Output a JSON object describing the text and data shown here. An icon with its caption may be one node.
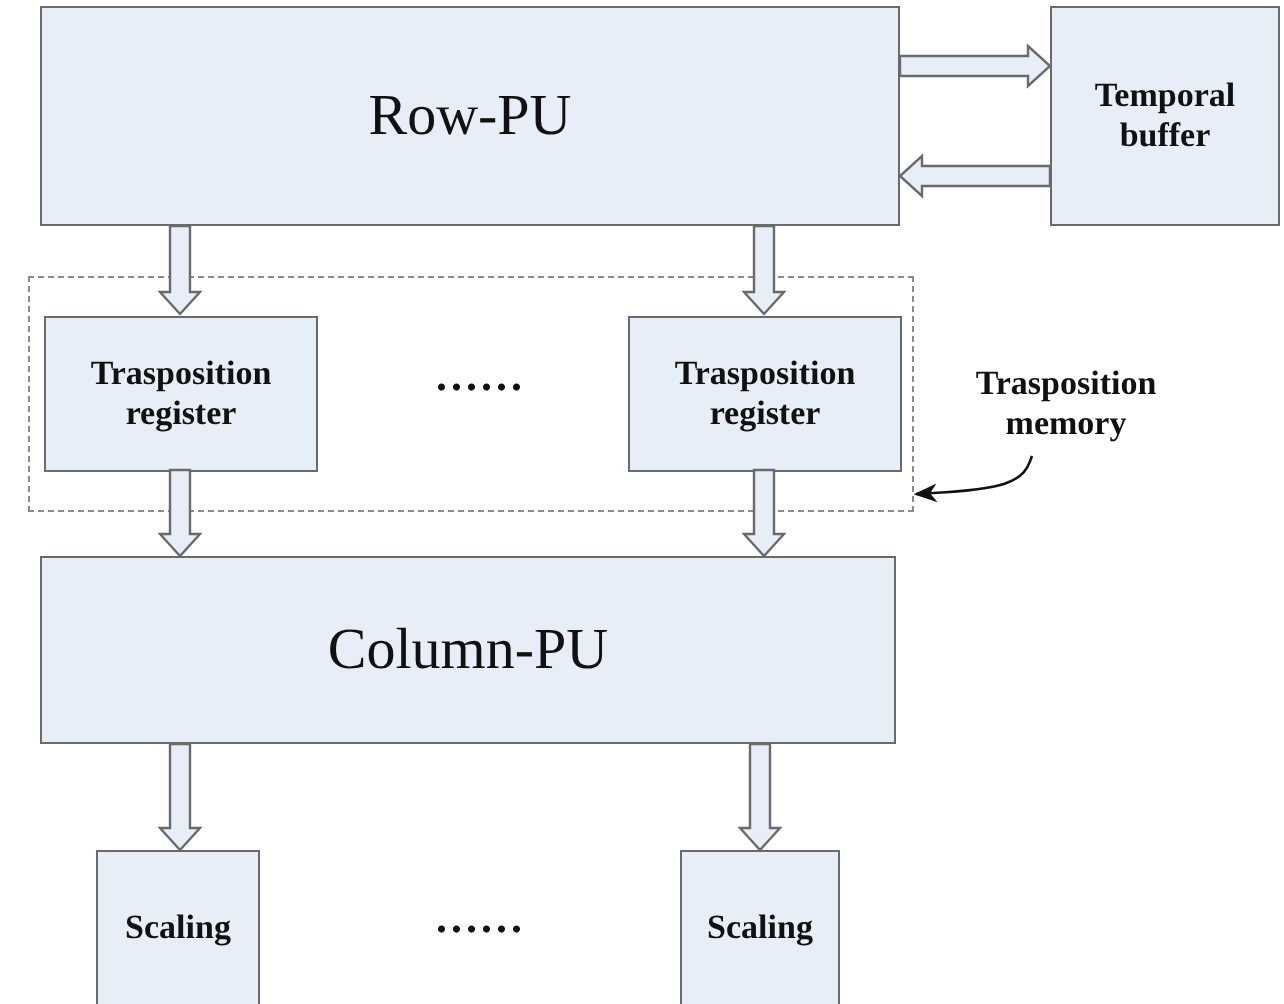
{
  "diagram": {
    "nodes": [
      {
        "text": [
          "Row-PU"
        ]
      },
      {
        "text": [
          "Temporal buffer"
        ]
      },
      {
        "text": [],
        "shape": "box"
      },
      {
        "text": [
          "Trasposition register"
        ],
        "in": 2
      },
      {
        "text": [
          "Trasposition register"
        ],
        "in": 2
      },
      {
        "text": [
          "Trasposition memory"
        ]
      },
      {
        "text": [
          "Column-PU"
        ]
      },
      {
        "text": [
          "Scaling"
        ]
      },
      {
        "text": [
          "Scaling"
        ]
      }
    ],
    "edges": [
      {
        "from": 0,
        "to": 1,
        "arrow": "to"
      },
      {
        "from": 1,
        "to": 0,
        "arrow": "to"
      },
      {
        "from": 0,
        "to": 3,
        "arrow": "to"
      },
      {
        "from": 0,
        "to": 4,
        "arrow": "to"
      },
      {
        "from": 3,
        "to": 6,
        "arrow": "to"
      },
      {
        "from": 4,
        "to": 6,
        "arrow": "to"
      },
      {
        "from": 6,
        "to": 7,
        "arrow": "to"
      },
      {
        "from": 6,
        "to": 8,
        "arrow": "to"
      },
      {
        "from": 5,
        "to": 2,
        "arrow": "to"
      }
    ],
    "labels": [
      "......",
      "......"
    ]
  }
}
